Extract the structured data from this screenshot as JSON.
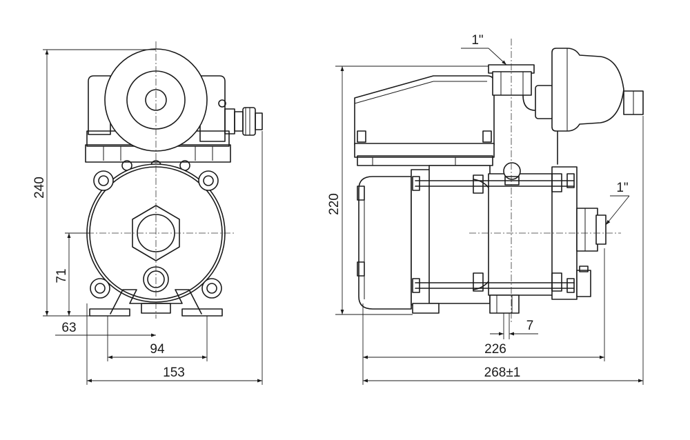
{
  "front_view": {
    "dim_height_total": "240",
    "dim_height_outlet": "71",
    "dim_offset_left": "63",
    "dim_mount_spacing": "94",
    "dim_width_total": "153"
  },
  "side_view": {
    "dim_height": "220",
    "dim_outlet_thread": "1\"",
    "dim_inlet_thread": "1\"",
    "dim_foot_width": "7",
    "dim_length_body": "226",
    "dim_length_total": "268±1"
  }
}
